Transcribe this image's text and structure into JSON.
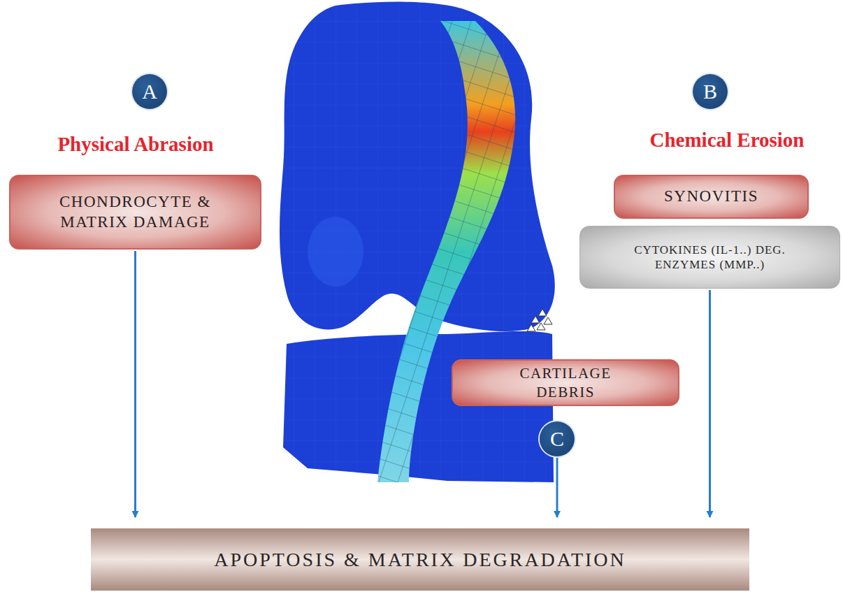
{
  "diagram": {
    "nodes": [
      {
        "text": [
          "A"
        ]
      },
      {
        "text": [
          "B"
        ]
      },
      {
        "text": [
          "CHONDROCYTE & MATRIX DAMAGE"
        ]
      },
      {
        "text": [
          "SYNOVITIS"
        ]
      },
      {
        "text": [
          "CYTOKINES (IL-1..) DEG. ENZYMES (MMP..)"
        ]
      },
      {
        "text": [
          "CARTILAGE DEBRIS"
        ]
      },
      {
        "text": [
          "C"
        ]
      },
      {
        "text": [
          "APOPTOSIS & MATRIX DEGRADATION"
        ]
      }
    ],
    "edges": [
      {
        "from": 2,
        "to": 7,
        "arrow": "to"
      },
      {
        "from": 4,
        "to": 7,
        "arrow": "to"
      },
      {
        "from": 6,
        "to": 7,
        "arrow": "to"
      }
    ],
    "labels": [
      "Physical Abrasion",
      "Chemical Erosion"
    ]
  }
}
